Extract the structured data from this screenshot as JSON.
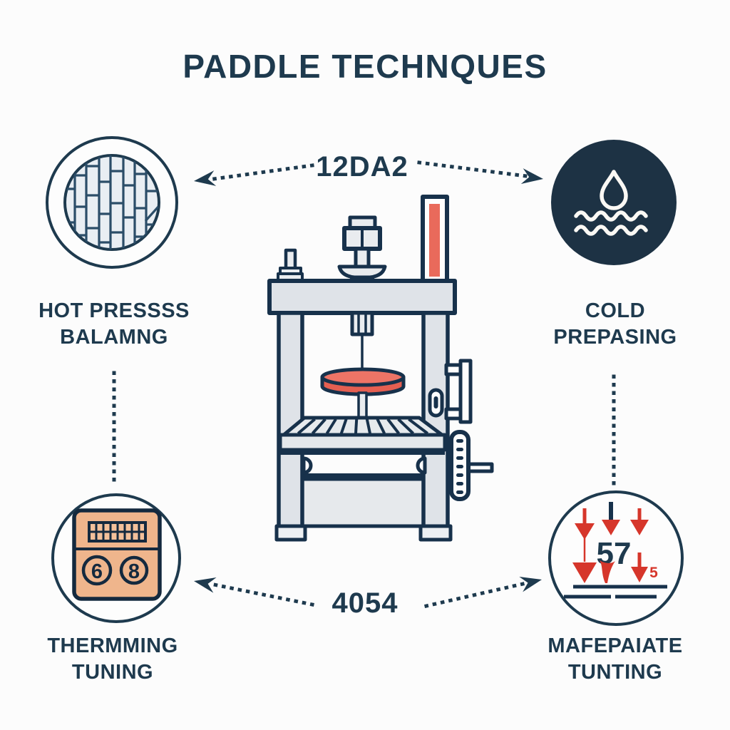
{
  "title": "PADDLE TECHNQUES",
  "connectors": {
    "top_code": "12DA2",
    "bottom_code": "4054"
  },
  "nodes": {
    "hot_press": {
      "line1": "HOT PRESSSS",
      "line2": "BALAMNG",
      "icon": "wood-plank-pattern-icon"
    },
    "cold_prep": {
      "line1": "COLD",
      "line2": "PREPASING",
      "icon": "water-drop-waves-icon"
    },
    "therm_tuning": {
      "line1": "THERMMING",
      "line2": "TUNING",
      "icon": "thermostat-panel-icon"
    },
    "material_tuning": {
      "line1": "MAFEPAIATE",
      "line2": "TUNTING",
      "icon": "pressure-arrows-icon"
    }
  },
  "icons": {
    "pressure_value": "57",
    "pressure_small_value": "5",
    "thermostat_dial_left": "6",
    "thermostat_dial_right": "8"
  },
  "colors": {
    "navy_text": "#1e3a4e",
    "outline_navy": "#17314b",
    "machine_grey": "#dfe3e8",
    "machine_grey_light": "#e9ecef",
    "accent_red": "#e96a5b",
    "device_tan": "#efb58c",
    "pattern_fill": "#e9eef3",
    "background": "#fcfcfc"
  },
  "illustration": {
    "center_subject": "paddle-press-machine"
  }
}
